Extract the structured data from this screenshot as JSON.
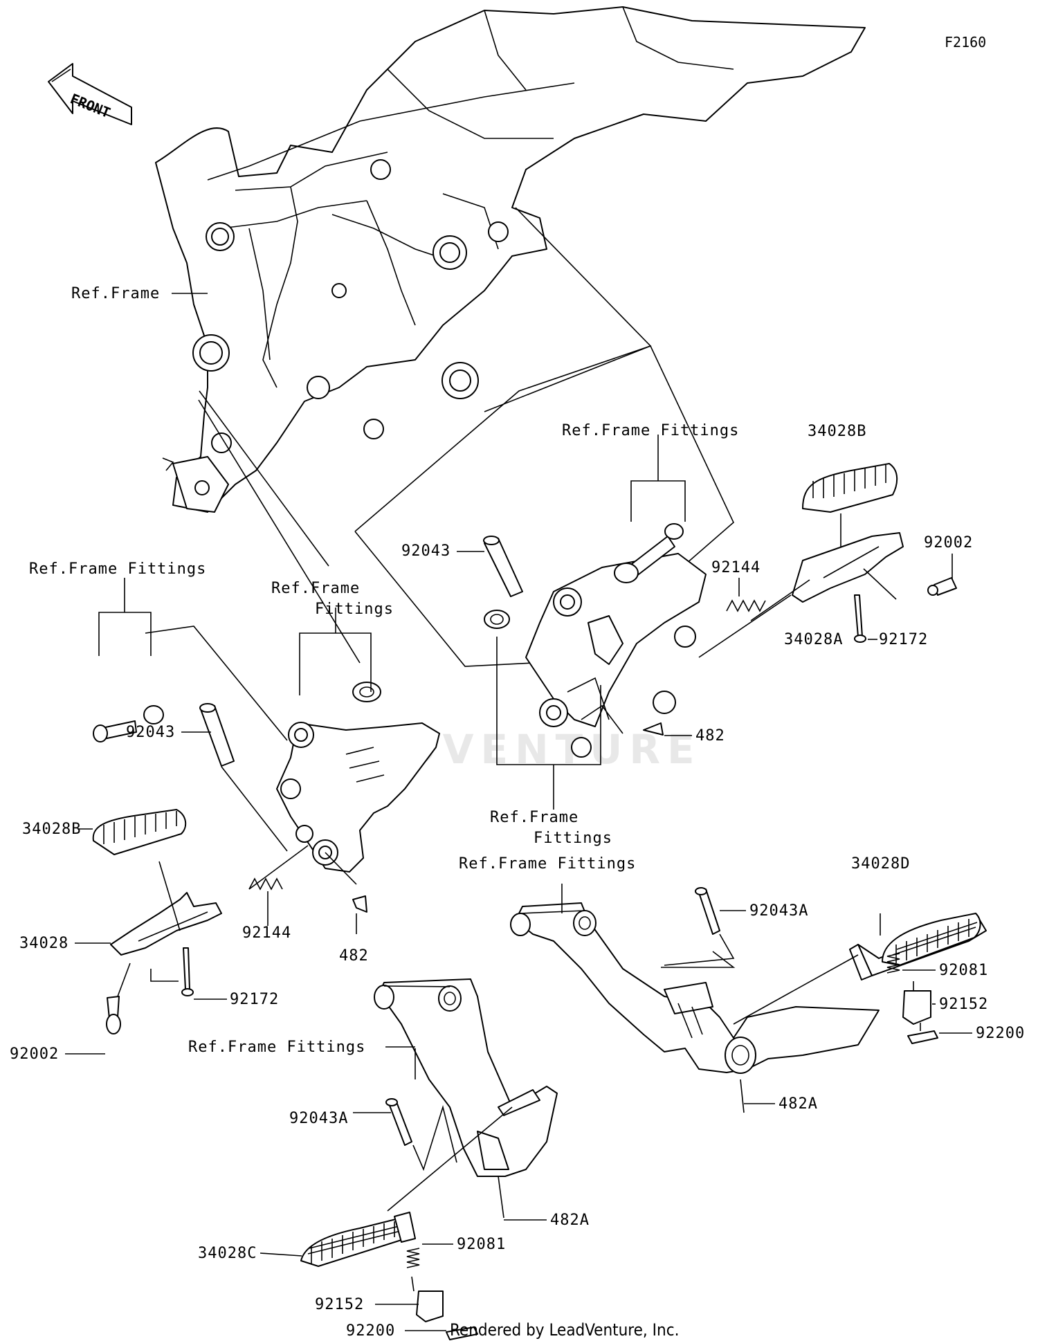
{
  "diagram_code": "F2160",
  "front_arrow_label": "FRONT",
  "watermark_text": "LEADVENTURE",
  "credit": "Rendered by LeadVenture, Inc.",
  "labels": {
    "ref_frame": "Ref.Frame",
    "rff_top_center": "Ref.Frame Fittings",
    "p34028B_right": "34028B",
    "p92002_right": "92002",
    "p92043_center": "92043",
    "p92144_right": "92144",
    "p34028A": "34028A",
    "p92172_right": "92172",
    "p482_right": "482",
    "rff_left": "Ref.Frame Fittings",
    "rff_mid_line1": "Ref.Frame",
    "rff_mid_line2": "Fittings",
    "p92043_left": "92043",
    "p34028B_left": "34028B",
    "p92144_left": "92144",
    "p482_left": "482",
    "p34028_left": "34028",
    "p92172_left": "92172",
    "p92002_left": "92002",
    "rff_center_line1": "Ref.Frame",
    "rff_center_line2": "Fittings",
    "rff_center_lower": "Ref.Frame Fittings",
    "p34028D": "34028D",
    "p92043A_right": "92043A",
    "p92081_right": "92081",
    "p92152_right": "92152",
    "p92200_right": "92200",
    "p482A_right": "482A",
    "rff_lower_left": "Ref.Frame Fittings",
    "p92043A_left": "92043A",
    "p482A_left": "482A",
    "p34028C": "34028C",
    "p92081_left": "92081",
    "p92152_left": "92152",
    "p92200_left": "92200"
  }
}
